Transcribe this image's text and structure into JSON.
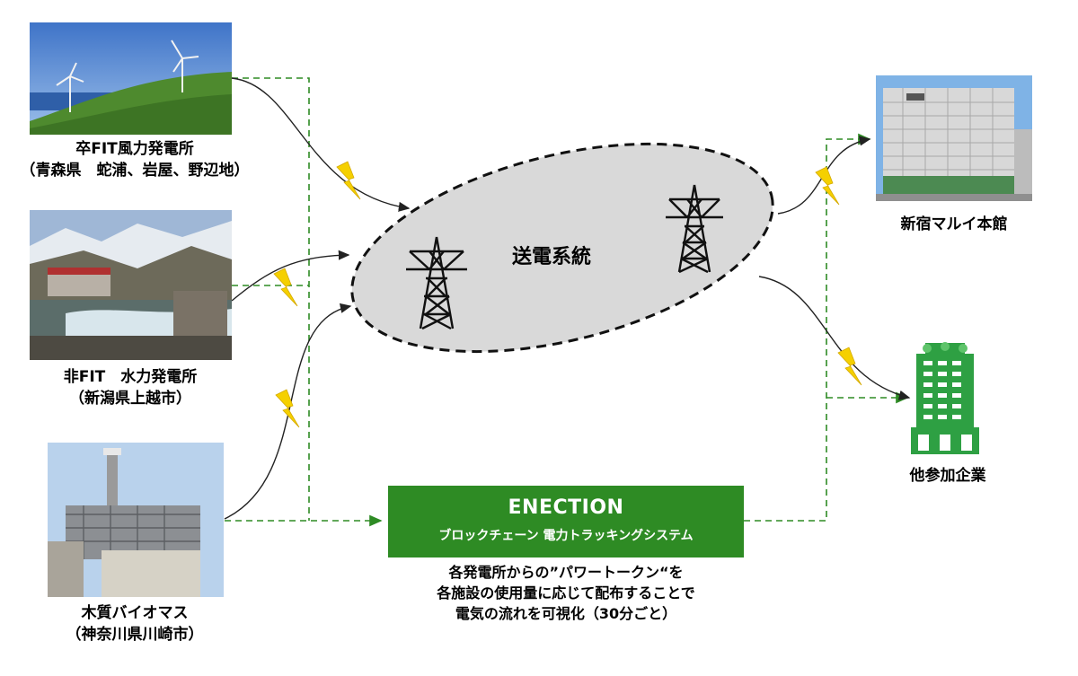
{
  "sources": [
    {
      "name": "卒FIT風力発電所",
      "location": "（青森県　蛇浦、岩屋、野辺地）",
      "photo": "wind-turbine-photo"
    },
    {
      "name": "非FIT　水力発電所",
      "location": "（新潟県上越市）",
      "photo": "hydro-plant-photo"
    },
    {
      "name": "木質バイオマス",
      "location": "（神奈川県川崎市）",
      "photo": "biomass-plant-photo"
    }
  ],
  "grid": {
    "label": "送電系統"
  },
  "consumers": [
    {
      "name": "新宿マルイ本館",
      "photo": "department-store-photo"
    },
    {
      "name": "他参加企業",
      "icon": "office-building-icon"
    }
  ],
  "enection": {
    "title": "ENECTION",
    "subtitle": "ブロックチェーン 電力トラッキングシステム"
  },
  "note": [
    "各発電所からの”パワートークン“を",
    "各施設の使用量に応じて配布することで",
    "電気の流れを可視化（30分ごと）"
  ],
  "colors": {
    "accent_green": "#2e8b24",
    "bolt_yellow": "#f5d000",
    "grid_gray": "#d9d9d9"
  }
}
